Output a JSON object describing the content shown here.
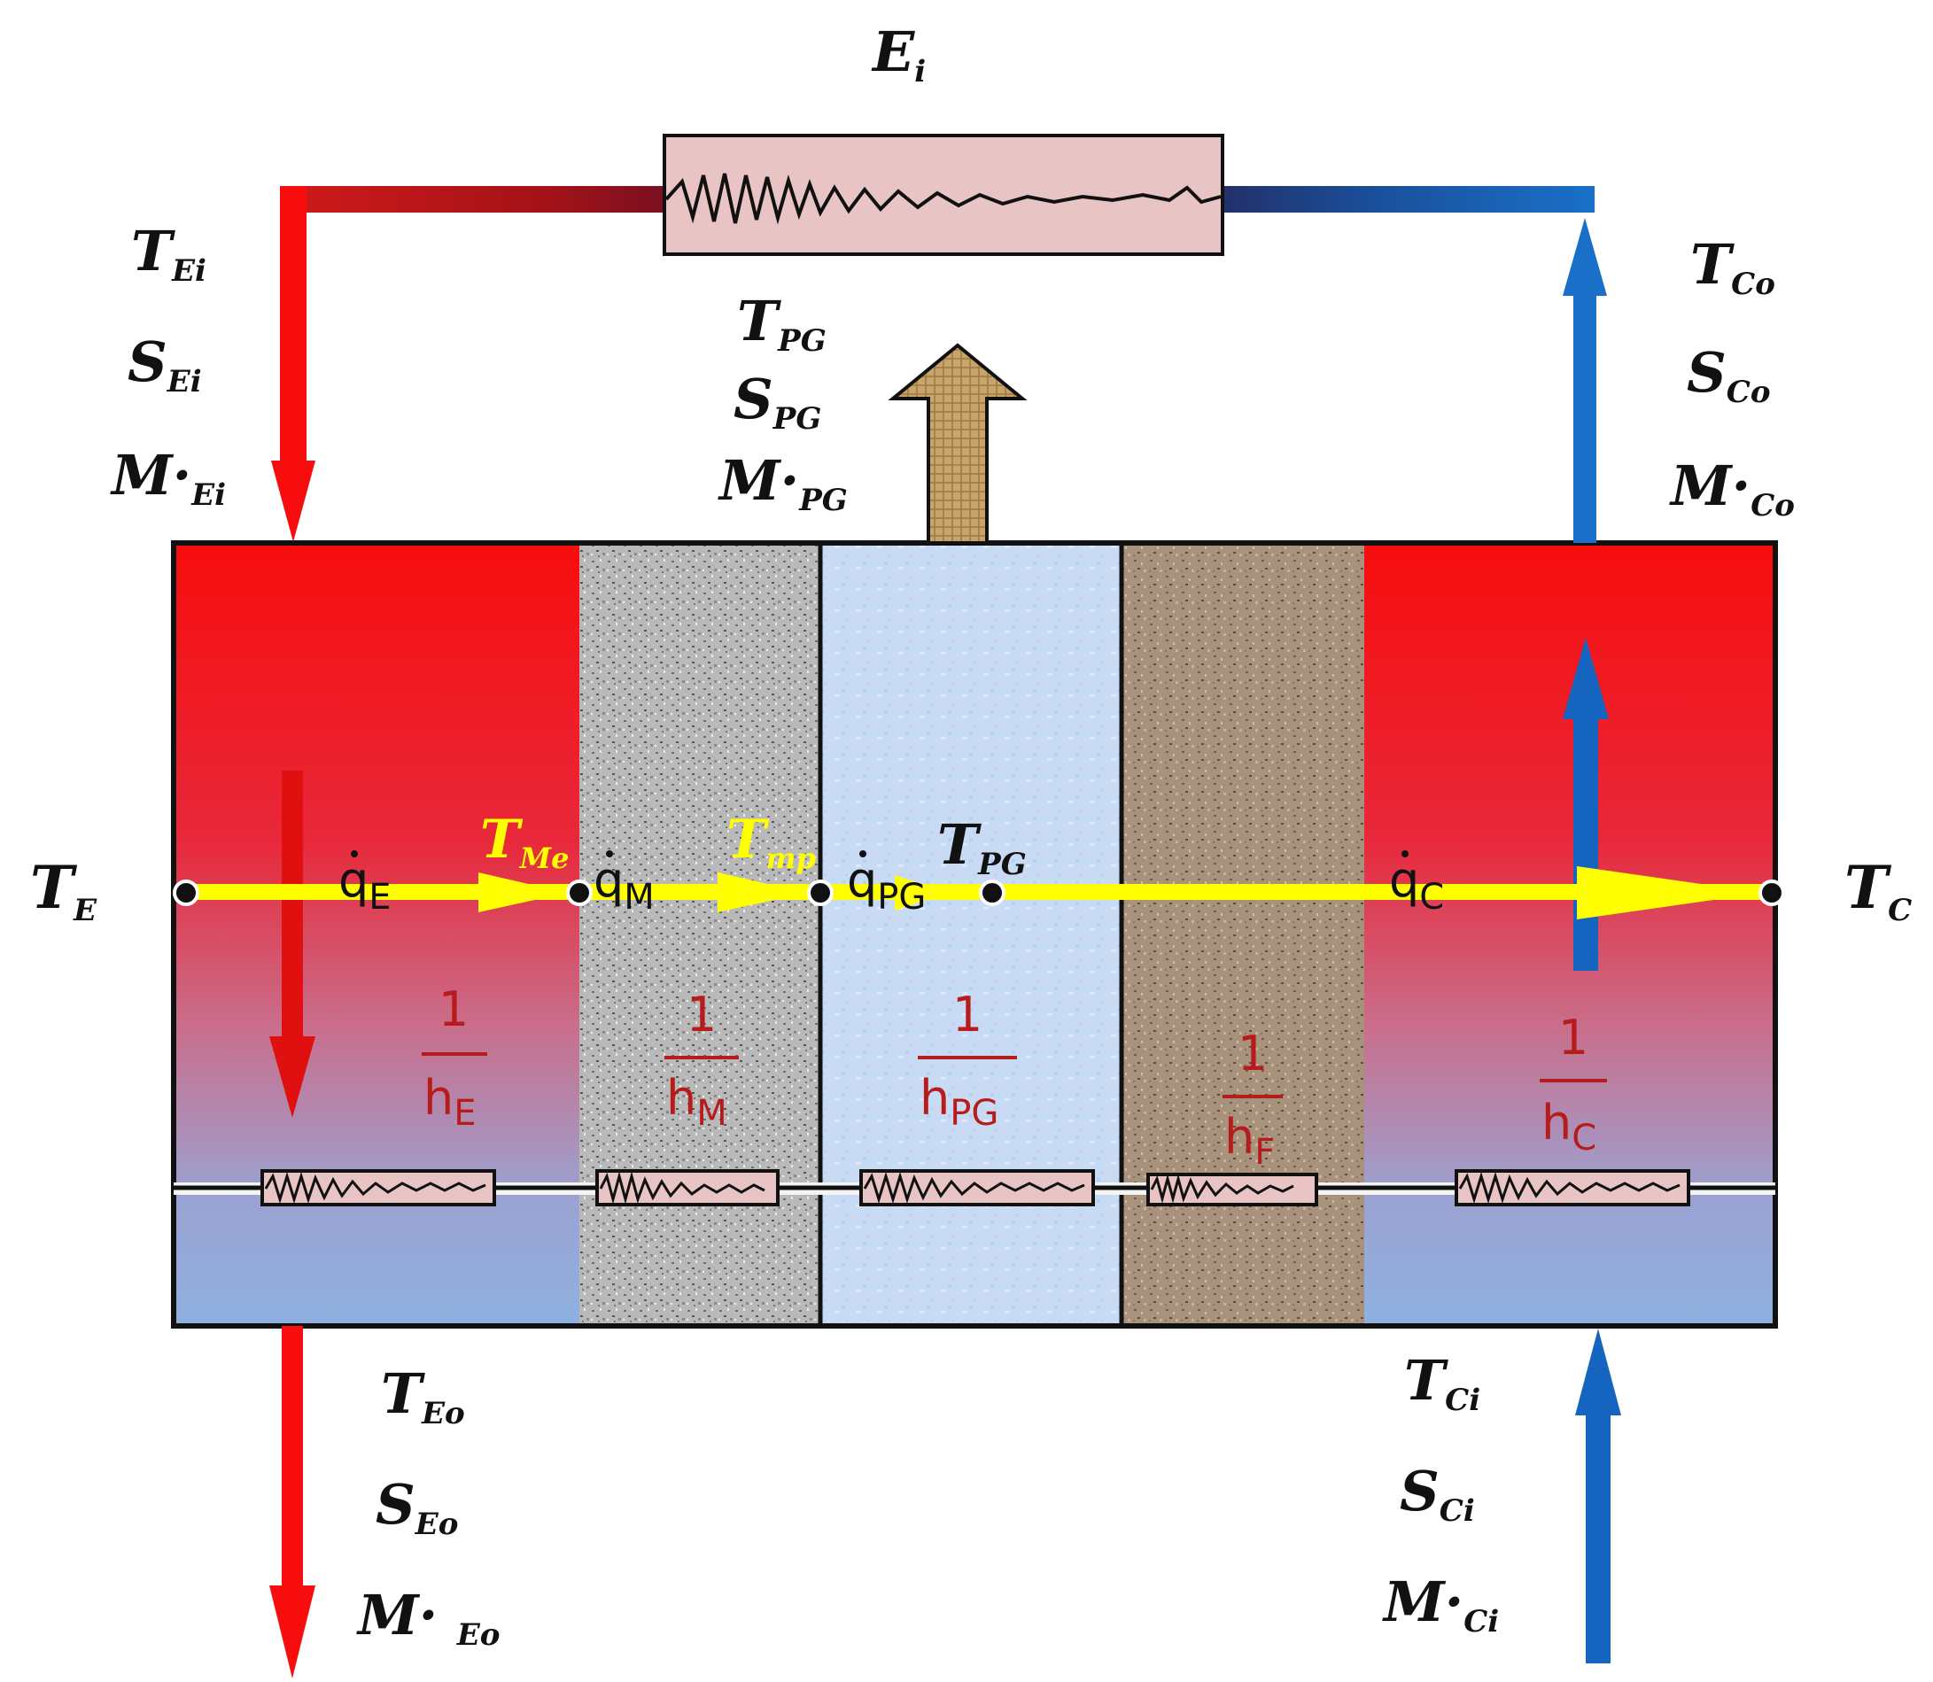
{
  "colors": {
    "hot_red": "#f70d0d",
    "cold_blue": "#1565c0",
    "heat_flow_yellow": "#ffff00",
    "resistance_fill": "#e8c4c4",
    "resistance_text": "#b71c1c",
    "product_arrow": "#c9a46a",
    "membrane_gray": "#b8b8b8",
    "product_gap": "#c9dcf5",
    "feed_gap_brown": "#a68f78",
    "bottom_blue": "#8eb1e0"
  },
  "heater": {
    "label": "E",
    "sub": "i",
    "icon": "heater-coil-icon"
  },
  "hot_inlet": [
    {
      "main": "T",
      "sub": "Ei"
    },
    {
      "main": "S",
      "sub": "Ei"
    },
    {
      "main": "M·",
      "sub": "Ei"
    }
  ],
  "cold_outlet": [
    {
      "main": "T",
      "sub": "Co"
    },
    {
      "main": "S",
      "sub": "Co"
    },
    {
      "main": "M·",
      "sub": "Co"
    }
  ],
  "product": [
    {
      "main": "T",
      "sub": "PG"
    },
    {
      "main": "S",
      "sub": "PG"
    },
    {
      "main": "M·",
      "sub": "PG"
    }
  ],
  "hot_outlet": [
    {
      "main": "T",
      "sub": "Eo"
    },
    {
      "main": "S",
      "sub": "Eo"
    },
    {
      "main": "M· ",
      "sub": "Eo"
    }
  ],
  "cold_inlet": [
    {
      "main": "T",
      "sub": "Ci"
    },
    {
      "main": "S",
      "sub": "Ci"
    },
    {
      "main": "M·",
      "sub": "Ci"
    }
  ],
  "nodes": {
    "te": {
      "main": "T",
      "sub": "E"
    },
    "tc": {
      "main": "T",
      "sub": "C"
    },
    "tme": {
      "main": "T",
      "sub": "Me"
    },
    "tmp": {
      "main": "T",
      "sub": "mp"
    },
    "tpg": {
      "main": "T",
      "sub": "PG"
    }
  },
  "heat_flows": [
    {
      "main": "q",
      "sub": "E"
    },
    {
      "main": "q",
      "sub": "M"
    },
    {
      "main": "q",
      "sub": "PG"
    },
    {
      "main": "q",
      "sub": "C"
    }
  ],
  "resistances": [
    {
      "num": "1",
      "den": "h",
      "sub": "E"
    },
    {
      "num": "1",
      "den": "h",
      "sub": "M"
    },
    {
      "num": "1",
      "den": "h",
      "sub": "PG"
    },
    {
      "num": "1",
      "den": "h",
      "sub": "F"
    },
    {
      "num": "1",
      "den": "h",
      "sub": "C"
    }
  ]
}
